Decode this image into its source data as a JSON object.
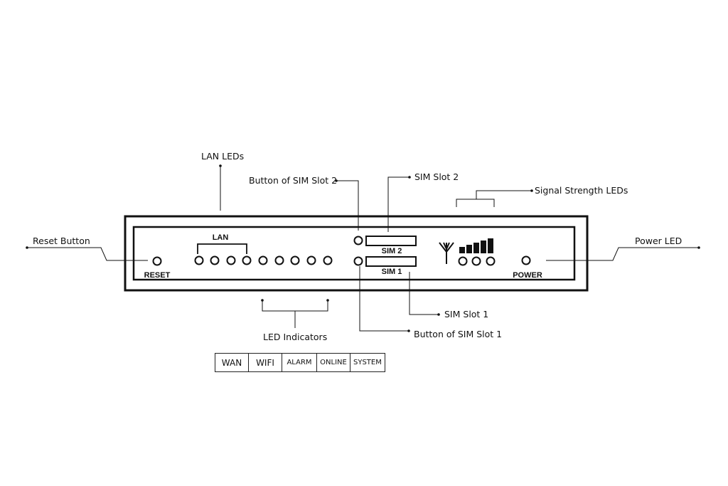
{
  "callouts": {
    "lan_leds": "LAN LEDs",
    "button_sim_slot_2": "Button of SIM Slot 2",
    "sim_slot_2": "SIM Slot 2",
    "signal_strength_leds": "Signal Strength LEDs",
    "reset_button": "Reset Button",
    "power_led": "Power LED",
    "led_indicators": "LED Indicators",
    "sim_slot_1": "SIM Slot 1",
    "button_sim_slot_1": "Button of SIM Slot 1"
  },
  "panel": {
    "lan": "LAN",
    "reset": "RESET",
    "sim2": "SIM 2",
    "sim1": "SIM 1",
    "power": "POWER"
  },
  "led_table": [
    "WAN",
    "WIFI",
    "ALARM",
    "ONLINE",
    "SYSTEM"
  ],
  "signal_bar_levels": [
    1,
    2,
    3,
    4,
    5
  ]
}
